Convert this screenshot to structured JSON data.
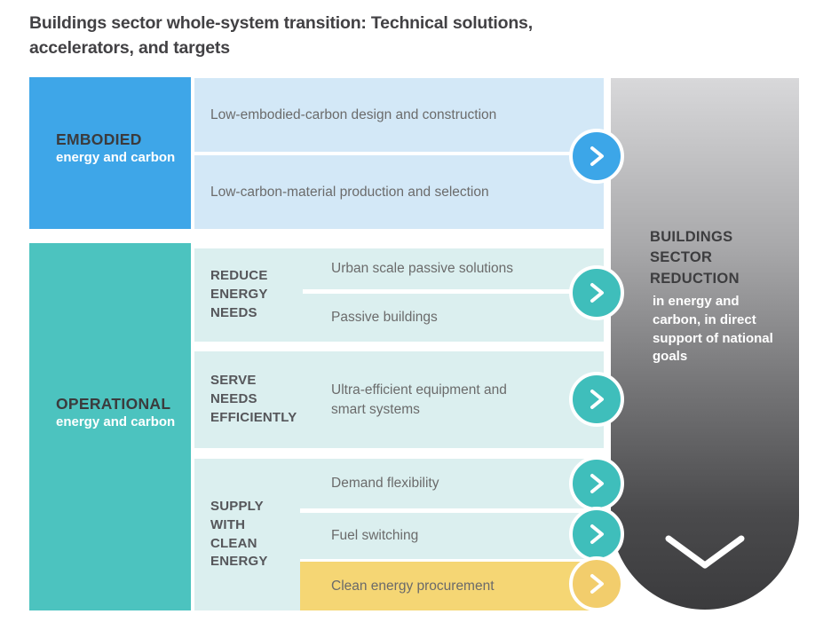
{
  "title": "Buildings sector whole-system transition: Technical solutions, accelerators, and targets",
  "embodied": {
    "label": "EMBODIED",
    "sublabel": "energy and carbon",
    "rows": [
      "Low-embodied-carbon design and construction",
      "Low-carbon-material production and selection"
    ]
  },
  "operational": {
    "label": "OPERATIONAL",
    "sublabel": "energy and carbon",
    "groups": [
      {
        "label": "REDUCE ENERGY NEEDS",
        "items": [
          "Urban scale passive solutions",
          "Passive buildings"
        ]
      },
      {
        "label": "SERVE NEEDS EFFICIENTLY",
        "items": [
          "Ultra-efficient equipment and smart systems"
        ]
      },
      {
        "label": "SUPPLY WITH CLEAN ENERGY",
        "items": [
          "Demand flexibility",
          "Fuel switching",
          "Clean energy procurement"
        ]
      }
    ]
  },
  "target": {
    "heading": "BUILDINGS SECTOR REDUCTION",
    "body": "in energy and carbon, in direct support of national goals"
  },
  "icons": {
    "row_arrow": "chevron-right",
    "target_arrow": "chevron-down"
  },
  "colors": {
    "embodied_blue": "#3EA6E8",
    "light_blue_row": "#D3E8F7",
    "operational_teal": "#4CC3BF",
    "light_teal_panel": "#DBEFEF",
    "highlight_yellow": "#F5D674",
    "arrow_blue": "#3CA6E8",
    "arrow_teal": "#3FBEBB",
    "arrow_yellow": "#F2CD6C",
    "target_gradient_top": "#D8D8DA",
    "target_gradient_bottom": "#3B3B3D",
    "text_dark": "#3B3B3D",
    "text_gray": "#6B6B6B"
  }
}
